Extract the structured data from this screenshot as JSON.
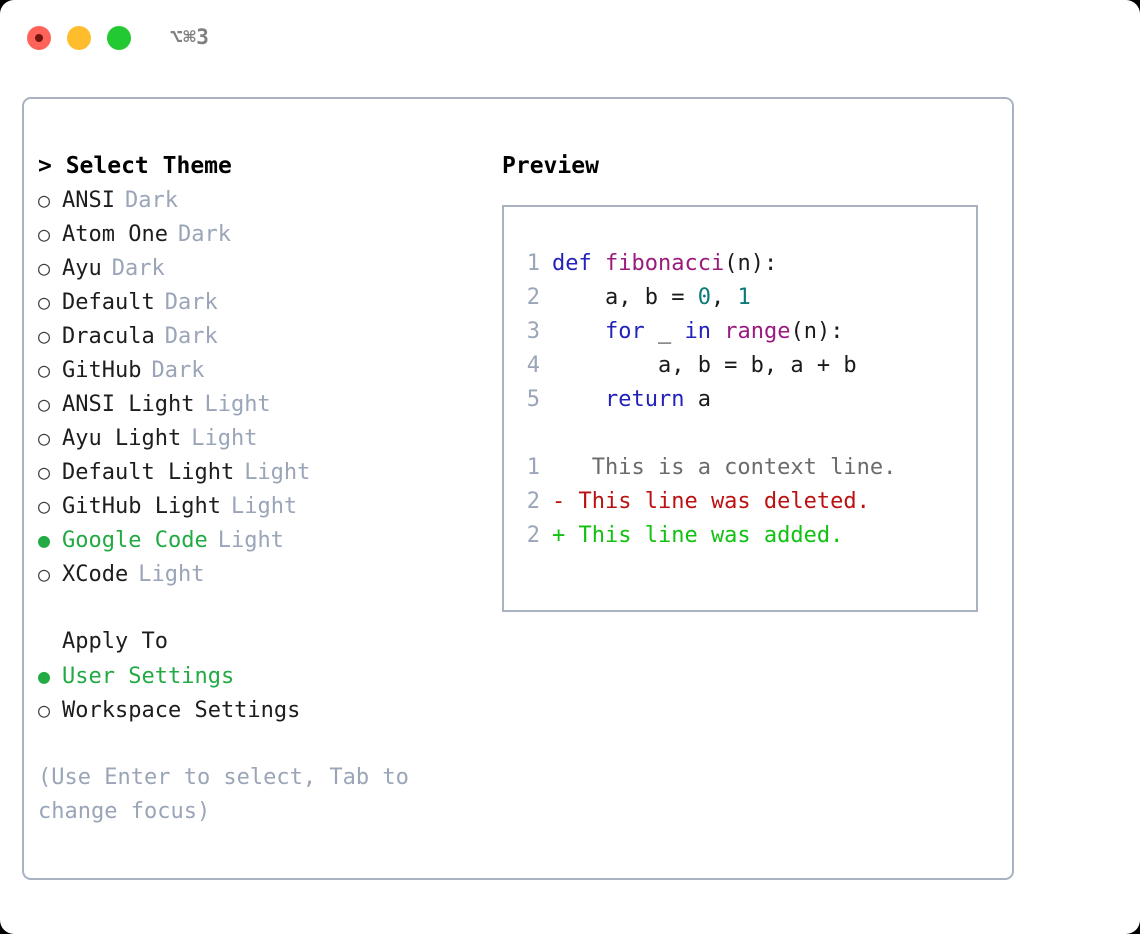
{
  "titlebar": {
    "shortcut": "⌥⌘3",
    "buttons": [
      {
        "name": "close",
        "color": "#ff6259"
      },
      {
        "name": "minimize",
        "color": "#ffbd2e"
      },
      {
        "name": "zoom",
        "color": "#23c932"
      }
    ]
  },
  "theme_picker": {
    "heading": "> Select Theme",
    "prompt_symbol": ">",
    "radio_unselected": "○",
    "radio_selected": "●",
    "items": [
      {
        "name": "ANSI",
        "variant": "Dark",
        "selected": false
      },
      {
        "name": "Atom One",
        "variant": "Dark",
        "selected": false
      },
      {
        "name": "Ayu",
        "variant": "Dark",
        "selected": false
      },
      {
        "name": "Default",
        "variant": "Dark",
        "selected": false
      },
      {
        "name": "Dracula",
        "variant": "Dark",
        "selected": false
      },
      {
        "name": "GitHub",
        "variant": "Dark",
        "selected": false
      },
      {
        "name": "ANSI Light",
        "variant": "Light",
        "selected": false
      },
      {
        "name": "Ayu Light",
        "variant": "Light",
        "selected": false
      },
      {
        "name": "Default Light",
        "variant": "Light",
        "selected": false
      },
      {
        "name": "GitHub Light",
        "variant": "Light",
        "selected": false
      },
      {
        "name": "Google Code",
        "variant": "Light",
        "selected": true
      },
      {
        "name": "XCode",
        "variant": "Light",
        "selected": false
      }
    ]
  },
  "apply_to": {
    "heading": "Apply To",
    "options": [
      {
        "label": "User Settings",
        "selected": true
      },
      {
        "label": "Workspace Settings",
        "selected": false
      }
    ]
  },
  "hint": "(Use Enter to select, Tab to change focus)",
  "preview": {
    "heading": "Preview",
    "code_lines": [
      {
        "number": "1",
        "tokens": [
          {
            "text": "def ",
            "type": "kw"
          },
          {
            "text": "fibonacci",
            "type": "fn"
          },
          {
            "text": "(n):",
            "type": "plain"
          }
        ]
      },
      {
        "number": "2",
        "tokens": [
          {
            "text": "    a, b = ",
            "type": "plain"
          },
          {
            "text": "0",
            "type": "num"
          },
          {
            "text": ", ",
            "type": "plain"
          },
          {
            "text": "1",
            "type": "num"
          }
        ]
      },
      {
        "number": "3",
        "tokens": [
          {
            "text": "    ",
            "type": "plain"
          },
          {
            "text": "for",
            "type": "kw"
          },
          {
            "text": " _ ",
            "type": "plain"
          },
          {
            "text": "in",
            "type": "kw"
          },
          {
            "text": " ",
            "type": "plain"
          },
          {
            "text": "range",
            "type": "fn"
          },
          {
            "text": "(n):",
            "type": "plain"
          }
        ]
      },
      {
        "number": "4",
        "tokens": [
          {
            "text": "        a, b = b, a + b",
            "type": "plain"
          }
        ]
      },
      {
        "number": "5",
        "tokens": [
          {
            "text": "    ",
            "type": "plain"
          },
          {
            "text": "return",
            "type": "kw"
          },
          {
            "text": " a",
            "type": "plain"
          }
        ]
      }
    ],
    "diff_lines": [
      {
        "number": "1",
        "marker": " ",
        "text": "  This is a context line.",
        "type": "context"
      },
      {
        "number": "2",
        "marker": "-",
        "text": " This line was deleted.",
        "type": "deleted"
      },
      {
        "number": "2",
        "marker": "+",
        "text": " This line was added.",
        "type": "added"
      }
    ]
  },
  "colors": {
    "accent_green": "#22aa44",
    "muted": "#9aa5b8",
    "border": "#a8b2c1",
    "keyword": "#2323bb",
    "function": "#9a1b7e",
    "number": "#0b7a78",
    "diff_deleted": "#bb1111",
    "diff_added": "#12c112",
    "diff_context": "#6b6b6b"
  }
}
